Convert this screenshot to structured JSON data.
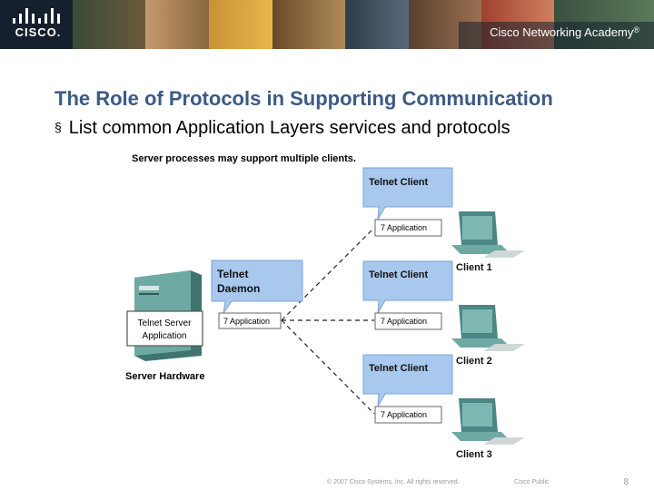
{
  "header": {
    "logo_text": "CISCO.",
    "academy_text": "Cisco Networking Academy",
    "trademark": "®"
  },
  "slide": {
    "title": "The Role of Protocols in Supporting Communication",
    "bullet_marker": "§",
    "bullet": "List common Application Layers services and protocols"
  },
  "diagram": {
    "caption": "Server processes may support multiple clients.",
    "telnet_daemon_line1": "Telnet",
    "telnet_daemon_line2": "Daemon",
    "server_app_line1": "Telnet Server",
    "server_app_line2": "Application",
    "server_layer": "7 Application",
    "server_hardware": "Server Hardware",
    "clients": [
      {
        "bubble": "Telnet Client",
        "layer": "7 Application",
        "label": "Client 1"
      },
      {
        "bubble": "Telnet Client",
        "layer": "7 Application",
        "label": "Client 2"
      },
      {
        "bubble": "Telnet Client",
        "layer": "7 Application",
        "label": "Client 3"
      }
    ],
    "colors": {
      "bubble": "#a9c8ee",
      "bubble_stroke": "#7aa3d6",
      "server_body": "#5e9a96",
      "monitor": "#5e9a96"
    }
  },
  "footer": {
    "copyright": "© 2007 Cisco Systems, Inc. All rights reserved.",
    "classification": "Cisco Public",
    "page": "8"
  }
}
